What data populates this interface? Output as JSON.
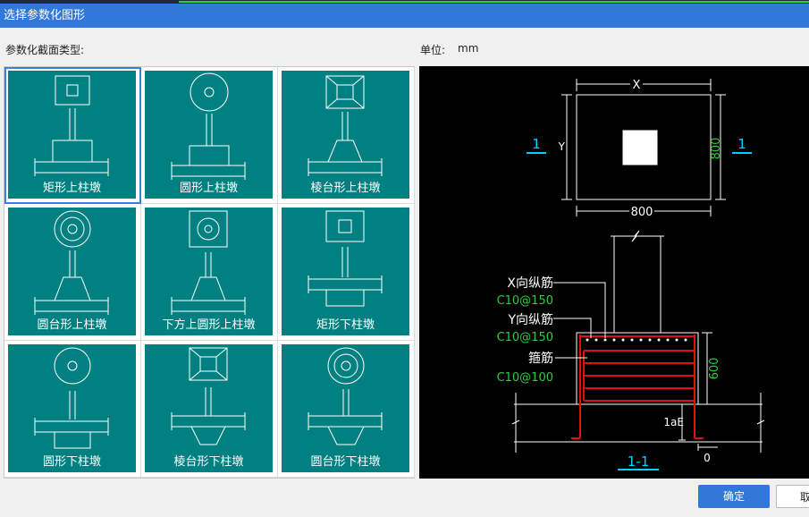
{
  "window": {
    "title": "选择参数化图形"
  },
  "labels": {
    "section_type": "参数化截面类型:",
    "unit_label": "单位:",
    "unit_value": "mm"
  },
  "shapes": [
    {
      "name": "矩形上柱墩",
      "selected": true
    },
    {
      "name": "圆形上柱墩",
      "selected": false
    },
    {
      "name": "棱台形上柱墩",
      "selected": false
    },
    {
      "name": "圆台形上柱墩",
      "selected": false
    },
    {
      "name": "下方上圆形上柱墩",
      "selected": false
    },
    {
      "name": "矩形下柱墩",
      "selected": false
    },
    {
      "name": "圆形下柱墩",
      "selected": false
    },
    {
      "name": "棱台形下柱墩",
      "selected": false
    },
    {
      "name": "圆台形下柱墩",
      "selected": false
    }
  ],
  "preview": {
    "dim_x": "X",
    "dim_y": "Y",
    "dim_width": "800",
    "dim_height": "800",
    "section_mark": "1",
    "x_bar_label": "X向纵筋",
    "x_bar_spec": "C10@150",
    "y_bar_label": "Y向纵筋",
    "y_bar_spec": "C10@150",
    "stirrup_label": "箍筋",
    "stirrup_spec": "C10@100",
    "pier_height": "600",
    "anchor_label": "1aE",
    "offset_value": "0",
    "section_title": "1-1"
  },
  "buttons": {
    "ok": "确定",
    "cancel": "取"
  },
  "colors": {
    "title_bar": "#3278d8",
    "tile": "#008080",
    "rebar": "#e01010",
    "annotation": "#2ecc40",
    "section_mark": "#00d0ff"
  }
}
